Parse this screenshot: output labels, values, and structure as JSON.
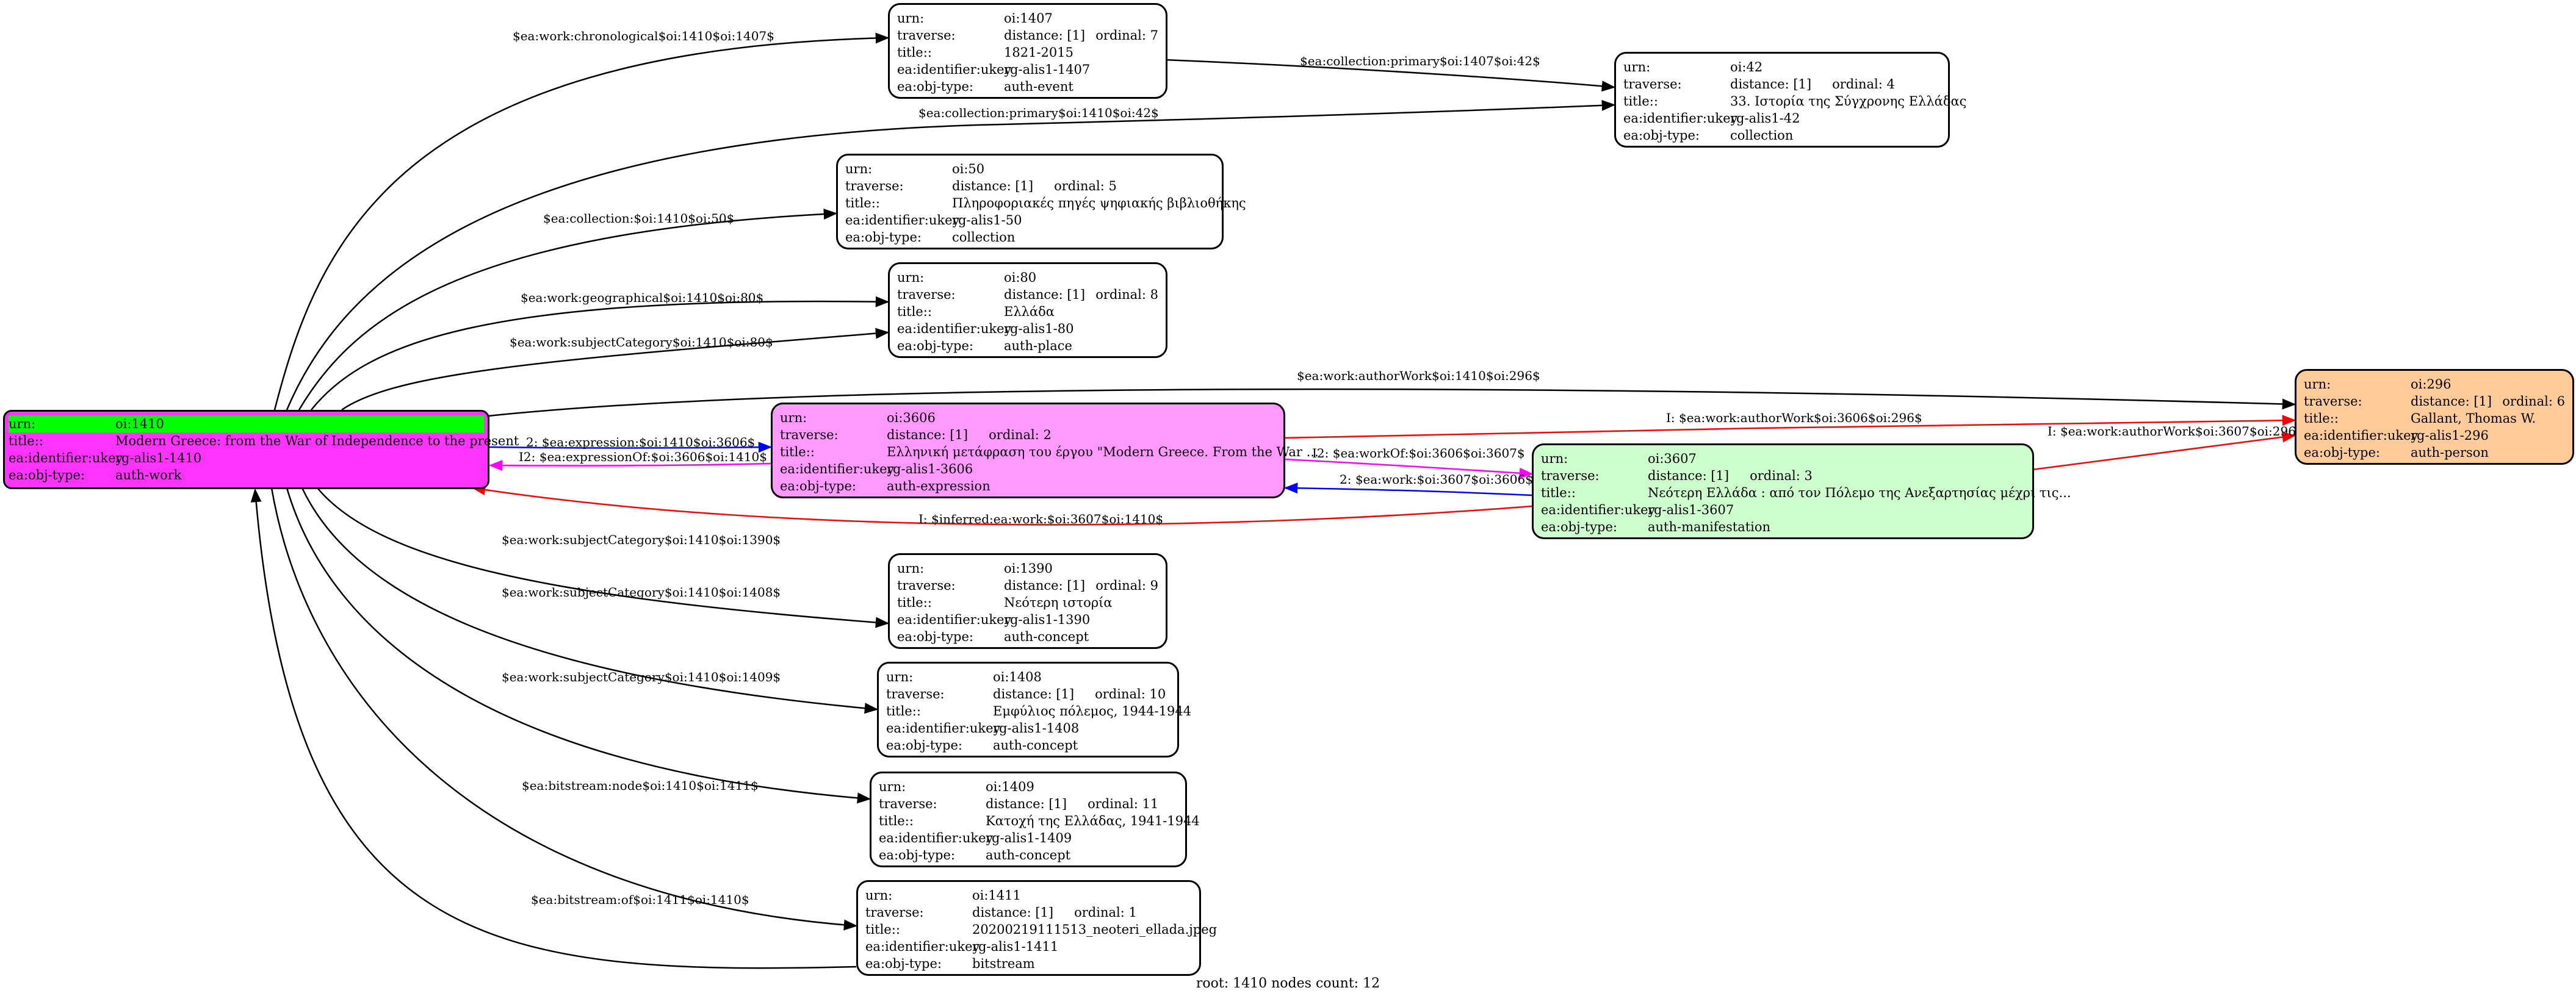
{
  "nodes": {
    "n1410": {
      "urn": "oi:1410",
      "title": "Modern Greece: from the War of Independence to the present",
      "ukey": "rg-alis1-1410",
      "objtype": "auth-work",
      "fill": "#ff33ff"
    },
    "n1407": {
      "urn": "oi:1407",
      "distance": "distance: [1]",
      "ordinal": "ordinal: 7",
      "title": "1821-2015",
      "ukey": "rg-alis1-1407",
      "objtype": "auth-event"
    },
    "n42": {
      "urn": "oi:42",
      "distance": "distance: [1]",
      "ordinal": "ordinal: 4",
      "title": "33. Ιστορία της Σύγχρονης Ελλάδας",
      "ukey": "rg-alis1-42",
      "objtype": "collection"
    },
    "n50": {
      "urn": "oi:50",
      "distance": "distance: [1]",
      "ordinal": "ordinal: 5",
      "title": "Πληροφοριακές πηγές ψηφιακής βιβλιοθήκης",
      "ukey": "rg-alis1-50",
      "objtype": "collection"
    },
    "n80": {
      "urn": "oi:80",
      "distance": "distance: [1]",
      "ordinal": "ordinal: 8",
      "title": "Ελλάδα",
      "ukey": "rg-alis1-80",
      "objtype": "auth-place"
    },
    "n296": {
      "urn": "oi:296",
      "distance": "distance: [1]",
      "ordinal": "ordinal: 6",
      "title": "Gallant, Thomas W.",
      "ukey": "rg-alis1-296",
      "objtype": "auth-person",
      "fill": "#ffcc99"
    },
    "n3606": {
      "urn": "oi:3606",
      "distance": "distance: [1]",
      "ordinal": "ordinal: 2",
      "title": "Ελληνική μετάφραση του έργου \"Modern Greece. From the War ...",
      "ukey": "rg-alis1-3606",
      "objtype": "auth-expression",
      "fill": "#ff99ff"
    },
    "n3607": {
      "urn": "oi:3607",
      "distance": "distance: [1]",
      "ordinal": "ordinal: 3",
      "title": "Νεότερη Ελλάδα : από τον Πόλεμο της Ανεξαρτησίας μέχρι τις...",
      "ukey": "rg-alis1-3607",
      "objtype": "auth-manifestation",
      "fill": "#ccffcc"
    },
    "n1390": {
      "urn": "oi:1390",
      "distance": "distance: [1]",
      "ordinal": "ordinal: 9",
      "title": "Νεότερη ιστορία",
      "ukey": "rg-alis1-1390",
      "objtype": "auth-concept"
    },
    "n1408": {
      "urn": "oi:1408",
      "distance": "distance: [1]",
      "ordinal": "ordinal: 10",
      "title": "Εμφύλιος πόλεμος, 1944-1944",
      "ukey": "rg-alis1-1408",
      "objtype": "auth-concept"
    },
    "n1409": {
      "urn": "oi:1409",
      "distance": "distance: [1]",
      "ordinal": "ordinal: 11",
      "title": "Κατοχή της Ελλάδας, 1941-1944",
      "ukey": "rg-alis1-1409",
      "objtype": "auth-concept"
    },
    "n1411": {
      "urn": "oi:1411",
      "distance": "distance: [1]",
      "ordinal": "ordinal: 1",
      "title": "20200219111513_neoteri_ellada.jpeg",
      "ukey": "rg-alis1-1411",
      "objtype": "bitstream"
    }
  },
  "keys": {
    "urn": "urn:",
    "traverse": "traverse:",
    "title": "title::",
    "ukey": "ea:identifier:ukey",
    "objtype": "ea:obj-type:"
  },
  "edges": {
    "e1": "$ea:work:chronological$oi:1410$oi:1407$",
    "e2": "$ea:collection:primary$oi:1407$oi:42$",
    "e3": "$ea:collection:primary$oi:1410$oi:42$",
    "e4": "$ea:collection:$oi:1410$oi:50$",
    "e5": "$ea:work:geographical$oi:1410$oi:80$",
    "e6": "$ea:work:subjectCategory$oi:1410$oi:80$",
    "e7": "$ea:work:authorWork$oi:1410$oi:296$",
    "e8": "2: $ea:expression:$oi:1410$oi:3606$",
    "e9": "I2: $ea:expressionOf:$oi:3606$oi:1410$",
    "e10": "I: $ea:work:authorWork$oi:3606$oi:296$",
    "e11": "I2: $ea:workOf:$oi:3606$oi:3607$",
    "e12": "2: $ea:work:$oi:3607$oi:3606$",
    "e13": "I: $ea:work:authorWork$oi:3607$oi:296$",
    "e14": "I: $inferred:ea:work:$oi:3607$oi:1410$",
    "e15": "$ea:work:subjectCategory$oi:1410$oi:1390$",
    "e16": "$ea:work:subjectCategory$oi:1410$oi:1408$",
    "e17": "$ea:work:subjectCategory$oi:1410$oi:1409$",
    "e18": "$ea:bitstream:node$oi:1410$oi:1411$",
    "e19": "$ea:bitstream:of$oi:1411$oi:1410$"
  },
  "colors": {
    "black": "#000000",
    "red": "#ff0000",
    "blue": "#0000ff",
    "magenta": "#ff00ff",
    "highlight": "#00ff00"
  },
  "footer": "root: 1410 nodes count: 12"
}
